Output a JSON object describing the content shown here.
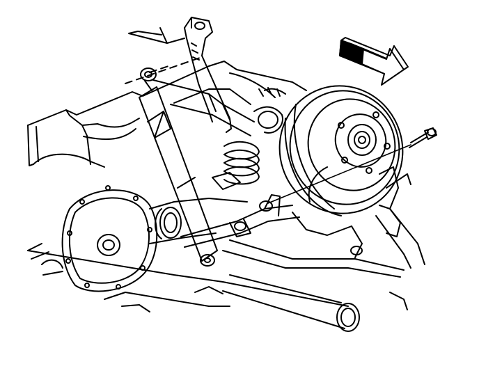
{
  "diagram": {
    "style": "black line-art technical illustration",
    "ink_color": "#000000",
    "paper_color": "#ffffff",
    "direction_arrow": {
      "icon": "front-direction-arrow-icon",
      "fill": "#000000",
      "shading": "half-hatched"
    },
    "parts": [
      "frame-rail",
      "crossmember",
      "shock-absorber",
      "upper-control-arm",
      "lower-control-arm",
      "coil-spring",
      "steering-knuckle",
      "brake-rotor",
      "wheel-hub",
      "wheel-stud",
      "front-differential",
      "axle-shaft",
      "stabilizer-bar",
      "mounting-bolt"
    ]
  }
}
